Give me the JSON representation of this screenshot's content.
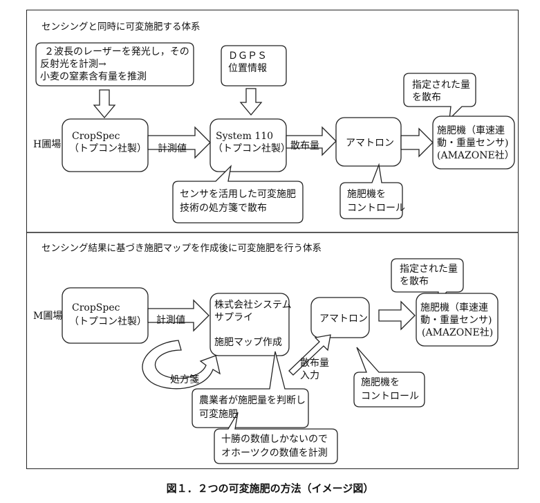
{
  "top": {
    "section_title": "センシングと同時に可変施肥する体系",
    "field_label": "H圃場",
    "note_laser": [
      "２波長のレーザーを発光し，その",
      "反射光を計測→",
      "小麦の窒素含有量を推測"
    ],
    "note_dgps": [
      "ＤＧＰＳ",
      "位置情報"
    ],
    "note_spread": [
      "指定された量",
      "を散布"
    ],
    "box_cropspec": [
      "CropSpec",
      "（トプコン社製）"
    ],
    "arrow_measure": "計測値",
    "box_system110": [
      "System 110",
      "（トプコン社製）"
    ],
    "arrow_amount": "散布量",
    "box_amatron": "アマトロン",
    "box_spreader": [
      "施肥機（車速連",
      "動・重量センサ)",
      "(AMAZONE社）"
    ],
    "note_sensor": [
      "センサを活用した可変施肥",
      "技術の処方箋で散布"
    ],
    "note_control": [
      "施肥機を",
      "コントロール"
    ]
  },
  "bottom": {
    "section_title": "センシング結果に基づき施肥マップを作成後に可変施肥を行う体系",
    "field_label": "M圃場",
    "note_spread": [
      "指定された量",
      "を散布"
    ],
    "box_cropspec": [
      "CropSpec",
      "（トプコン社製）"
    ],
    "arrow_measure": "計測値",
    "box_system": [
      "株式会社システム",
      "サプライ",
      "",
      "施肥マップ作成"
    ],
    "loop_label": "処方箋",
    "box_amatron": "アマトロン",
    "box_spreader": [
      "施肥機（車速連",
      "動・重量センサ)",
      "(AMAZONE社)"
    ],
    "arrow_input": [
      "散布量",
      "入力"
    ],
    "note_farmer": [
      "農業者が施肥量を判断し",
      "可変施肥"
    ],
    "note_control": [
      "施肥機を",
      "コントロール"
    ],
    "note_tokachi": [
      "十勝の数値しかないので",
      "オホーツクの数値を計測"
    ]
  },
  "caption": "図１．２つの可変施肥の方法（イメージ図）"
}
